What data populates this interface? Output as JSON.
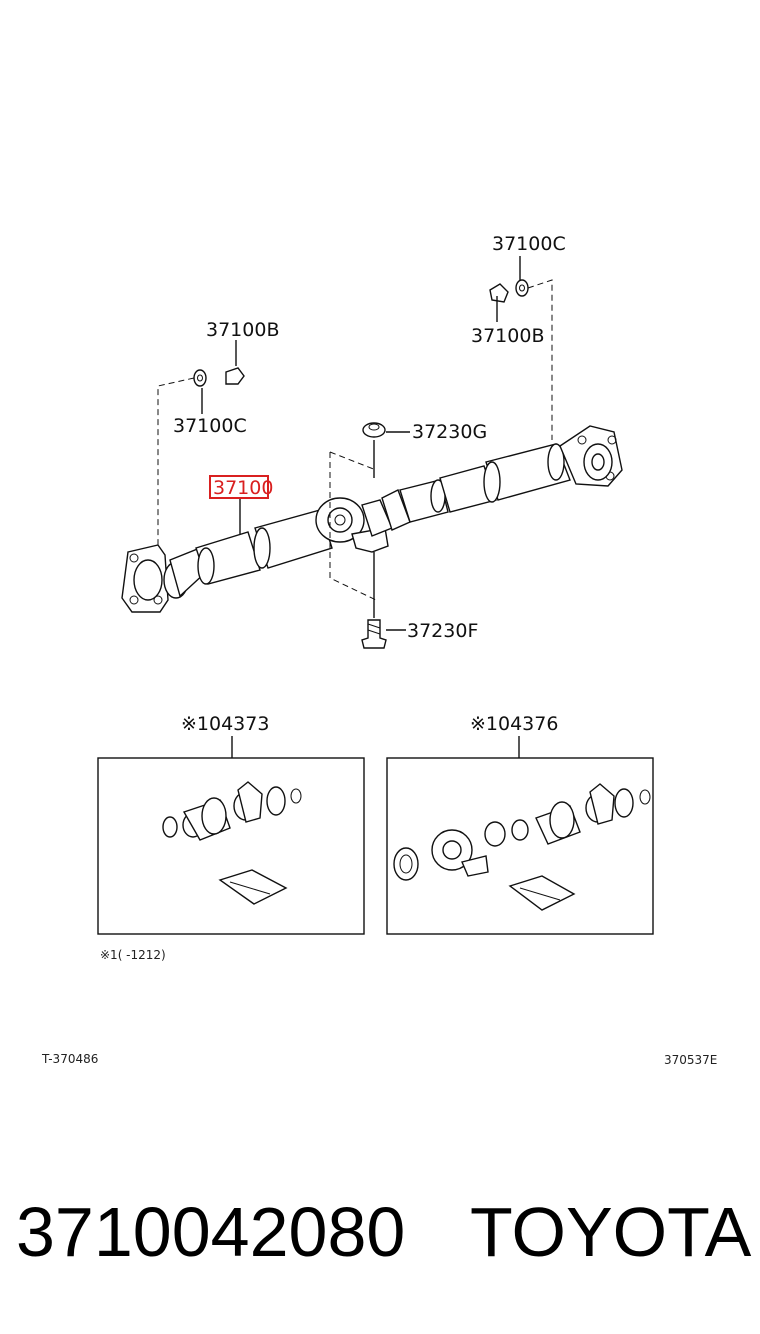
{
  "callouts": {
    "c37100c_top": "37100C",
    "c37100b_top": "37100B",
    "c37100b_left": "37100B",
    "c37100c_left": "37100C",
    "c37230g": "37230G",
    "c37100_main": "37100",
    "c37230f": "37230F"
  },
  "kits": {
    "kit1_label": "※104373",
    "kit2_label": "※104376"
  },
  "footnote": "※1(   -1212)",
  "codes": {
    "left": "T-370486",
    "right": "370537E"
  },
  "footer": {
    "part_number": "3710042080",
    "brand": "TOYOTA"
  },
  "highlight_color": "#d92020"
}
